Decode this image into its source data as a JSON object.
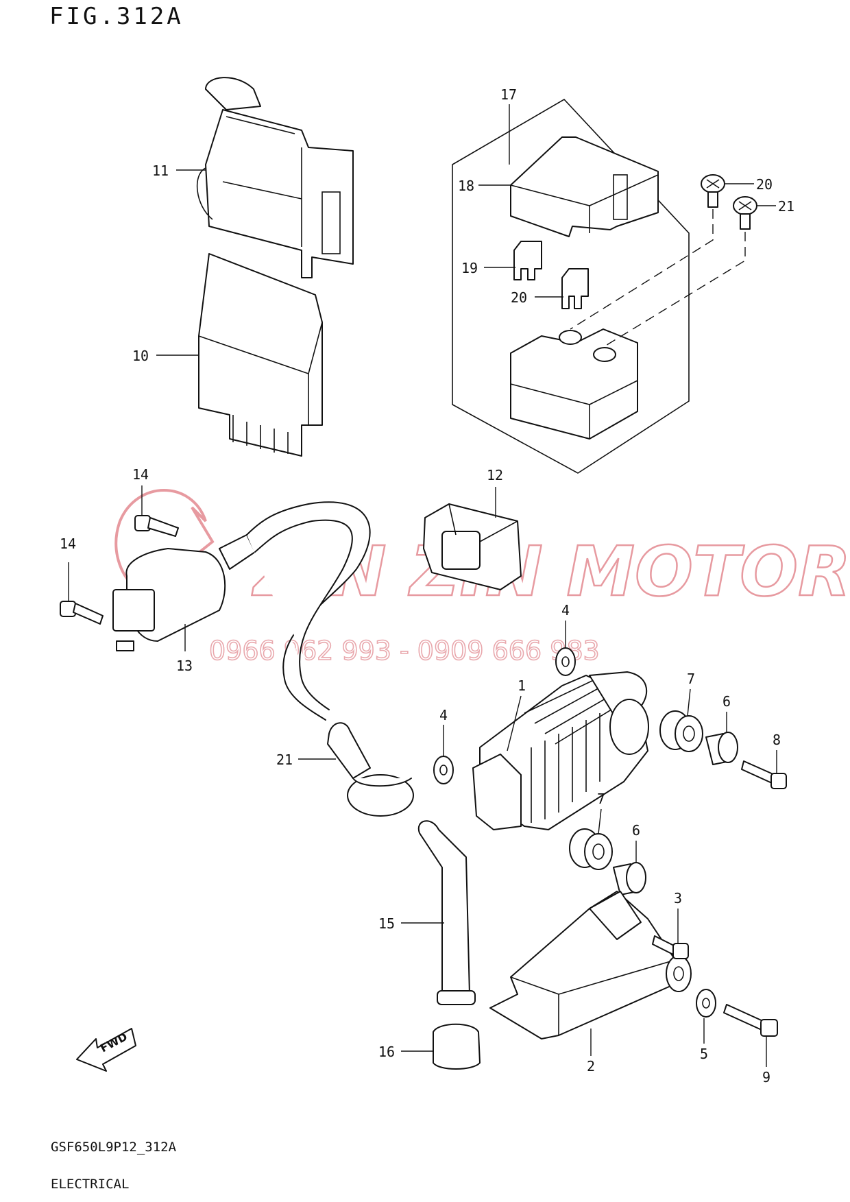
{
  "figure": {
    "title": "FIG.312A"
  },
  "footer": {
    "model_code": "GSF650L9P12_312A",
    "section": "ELECTRICAL"
  },
  "watermark": {
    "brand": "ZIN ZIN MOTOR",
    "phone": "0966 962 993 - 0909 666 983",
    "color": "#e79aa0"
  },
  "direction_badge": {
    "label": "FWD"
  },
  "callouts": [
    {
      "id": "c-1",
      "label": "1"
    },
    {
      "id": "c-2",
      "label": "2"
    },
    {
      "id": "c-3",
      "label": "3"
    },
    {
      "id": "c-4a",
      "label": "4"
    },
    {
      "id": "c-4b",
      "label": "4"
    },
    {
      "id": "c-5",
      "label": "5"
    },
    {
      "id": "c-6a",
      "label": "6"
    },
    {
      "id": "c-6b",
      "label": "6"
    },
    {
      "id": "c-7a",
      "label": "7"
    },
    {
      "id": "c-7b",
      "label": "7"
    },
    {
      "id": "c-8",
      "label": "8"
    },
    {
      "id": "c-9",
      "label": "9"
    },
    {
      "id": "c-10",
      "label": "10"
    },
    {
      "id": "c-11",
      "label": "11"
    },
    {
      "id": "c-12",
      "label": "12"
    },
    {
      "id": "c-13",
      "label": "13"
    },
    {
      "id": "c-14a",
      "label": "14"
    },
    {
      "id": "c-14b",
      "label": "14"
    },
    {
      "id": "c-15",
      "label": "15"
    },
    {
      "id": "c-16",
      "label": "16"
    },
    {
      "id": "c-17",
      "label": "17"
    },
    {
      "id": "c-18",
      "label": "18"
    },
    {
      "id": "c-19",
      "label": "19"
    },
    {
      "id": "c-20a",
      "label": "20"
    },
    {
      "id": "c-20b",
      "label": "20"
    },
    {
      "id": "c-21a",
      "label": "21"
    },
    {
      "id": "c-21b",
      "label": "21"
    }
  ]
}
